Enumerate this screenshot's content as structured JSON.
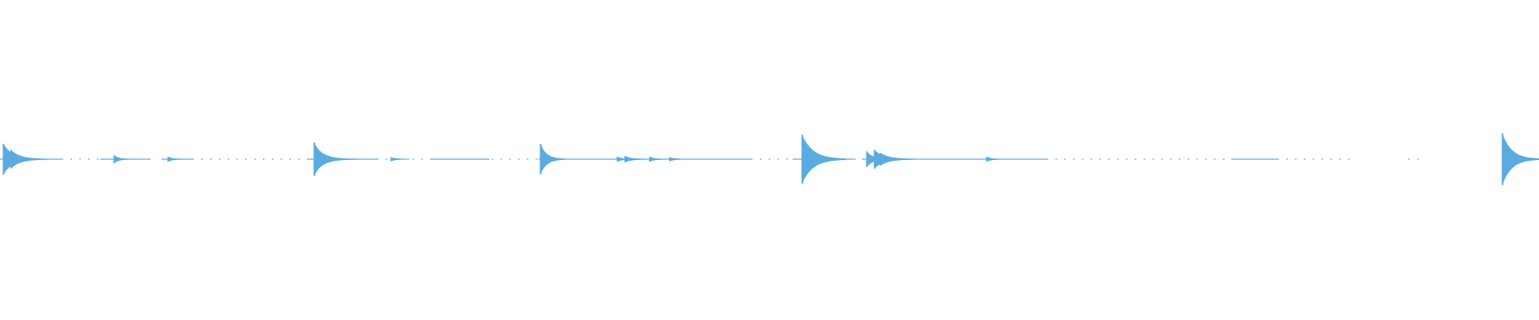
{
  "waveform": {
    "color": "#5aabe0",
    "baseline_color": "#5aabe0",
    "duration": 1.0,
    "bursts": [
      {
        "t": 0.002,
        "amp": 0.1,
        "decay": 0.006
      },
      {
        "t": 0.007,
        "amp": 0.06,
        "decay": 0.006
      },
      {
        "t": 0.074,
        "amp": 0.025,
        "decay": 0.003
      },
      {
        "t": 0.109,
        "amp": 0.015,
        "decay": 0.003
      },
      {
        "t": 0.204,
        "amp": 0.11,
        "decay": 0.005
      },
      {
        "t": 0.208,
        "amp": 0.05,
        "decay": 0.006
      },
      {
        "t": 0.254,
        "amp": 0.012,
        "decay": 0.003
      },
      {
        "t": 0.351,
        "amp": 0.1,
        "decay": 0.004
      },
      {
        "t": 0.401,
        "amp": 0.015,
        "decay": 0.003
      },
      {
        "t": 0.406,
        "amp": 0.02,
        "decay": 0.004
      },
      {
        "t": 0.422,
        "amp": 0.015,
        "decay": 0.003
      },
      {
        "t": 0.435,
        "amp": 0.012,
        "decay": 0.003
      },
      {
        "t": 0.521,
        "amp": 0.16,
        "decay": 0.007
      },
      {
        "t": 0.527,
        "amp": 0.06,
        "decay": 0.006
      },
      {
        "t": 0.563,
        "amp": 0.05,
        "decay": 0.004
      },
      {
        "t": 0.568,
        "amp": 0.06,
        "decay": 0.006
      },
      {
        "t": 0.572,
        "amp": 0.04,
        "decay": 0.006
      },
      {
        "t": 0.641,
        "amp": 0.015,
        "decay": 0.003
      },
      {
        "t": 0.976,
        "amp": 0.17,
        "decay": 0.006
      },
      {
        "t": 0.982,
        "amp": 0.05,
        "decay": 0.006
      }
    ],
    "continuous_segments": [
      [
        0.0,
        0.04
      ],
      [
        0.065,
        0.098
      ],
      [
        0.105,
        0.125
      ],
      [
        0.2,
        0.245
      ],
      [
        0.28,
        0.318
      ],
      [
        0.35,
        0.488
      ],
      [
        0.515,
        0.555
      ],
      [
        0.56,
        0.68
      ],
      [
        0.8,
        0.83
      ]
    ],
    "dotted_segments": [
      [
        0.04,
        0.065
      ],
      [
        0.125,
        0.2
      ],
      [
        0.245,
        0.35
      ],
      [
        0.488,
        0.515
      ],
      [
        0.555,
        0.56
      ],
      [
        0.68,
        0.8
      ],
      [
        0.83,
        0.88
      ],
      [
        0.915,
        0.925
      ],
      [
        0.985,
        1.0
      ]
    ]
  }
}
